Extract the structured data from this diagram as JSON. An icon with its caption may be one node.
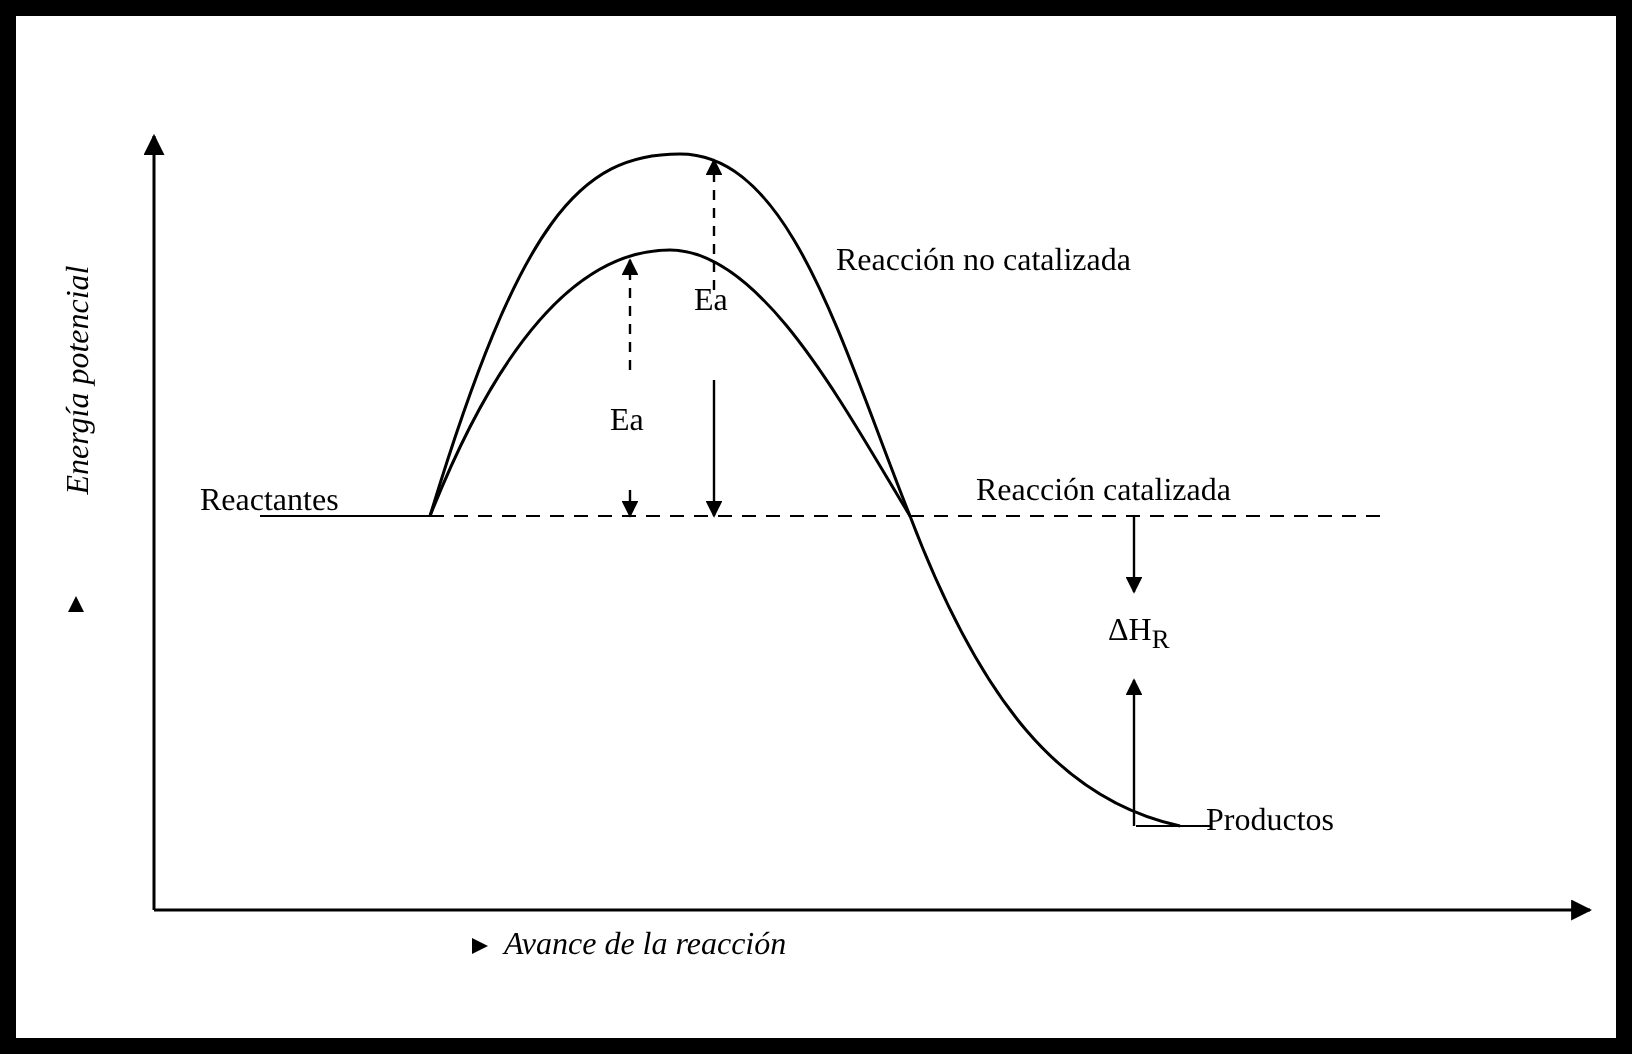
{
  "diagram": {
    "labels": [
      "Energía potencial",
      "Reactantes",
      "Ea",
      "Reacción no catalizada",
      "Ea",
      "Reacción catalizada",
      "ΔH$_{R}$",
      "Productos",
      "Avance de la reacción"
    ]
  }
}
